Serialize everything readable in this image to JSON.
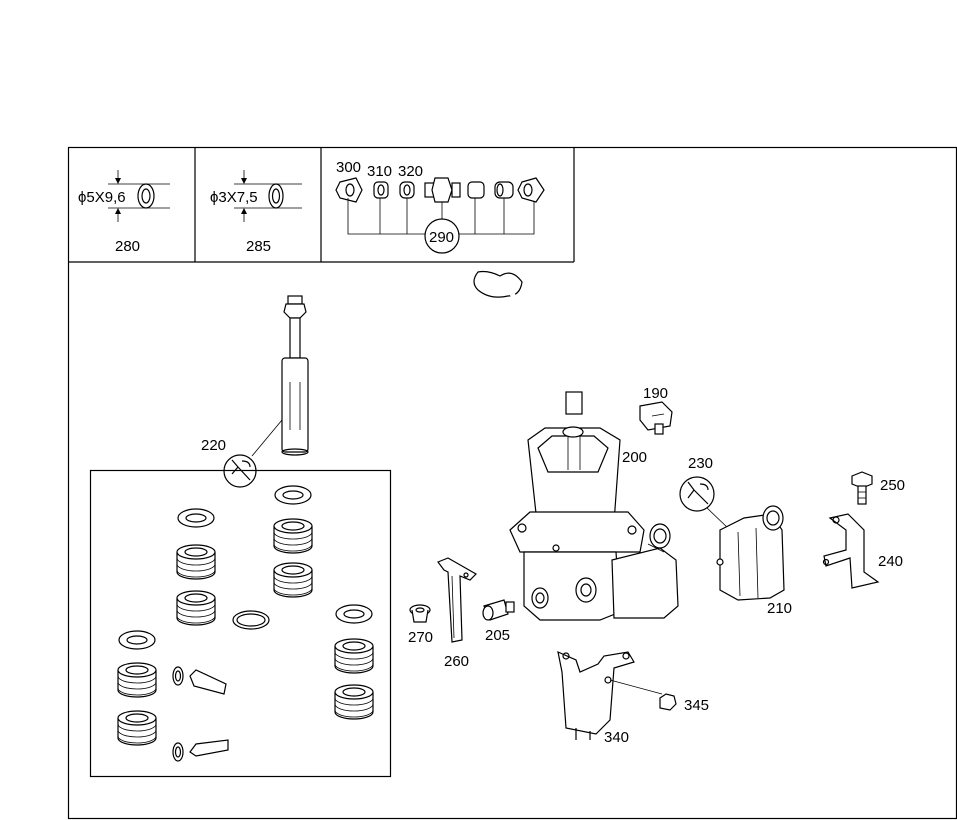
{
  "frame_labels": {
    "dim_280": "ϕ5X9,6",
    "dim_285": "ϕ3X7,5"
  },
  "callouts": {
    "c280": "280",
    "c285": "285",
    "c300": "300",
    "c310": "310",
    "c320": "320",
    "c290": "290",
    "c190": "190",
    "c200": "200",
    "c220": "220",
    "c230": "230",
    "c250": "250",
    "c240": "240",
    "c210": "210",
    "c270": "270",
    "c205": "205",
    "c260": "260",
    "c345": "345",
    "c340": "340"
  },
  "icons": [
    "wrench-icon",
    "wrench-icon"
  ]
}
